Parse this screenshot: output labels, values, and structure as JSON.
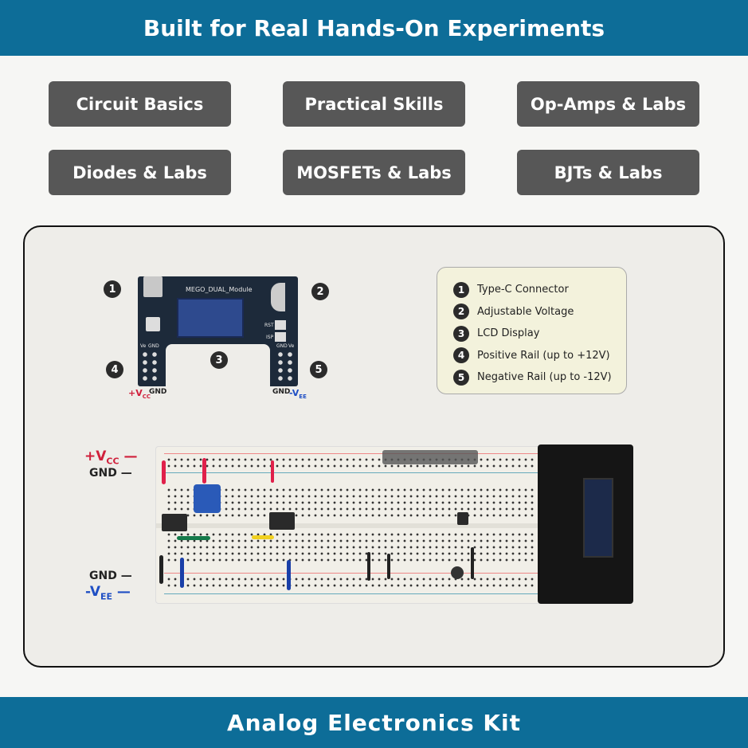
{
  "header": {
    "title": "Built for Real Hands-On Experiments"
  },
  "topics": [
    "Circuit Basics",
    "Practical Skills",
    "Op-Amps & Labs",
    "Diodes & Labs",
    "MOSFETs & Labs",
    "BJTs & Labs"
  ],
  "module": {
    "board_label": "MEGO_DUAL_Module",
    "rst": "RST",
    "isp": "ISP",
    "ve": "Ve",
    "gnd": "GND",
    "vcc_label": "+V",
    "vcc_sub": "CC",
    "vee_label": "-V",
    "vee_sub": "EE",
    "callouts": [
      "1",
      "2",
      "3",
      "4",
      "5"
    ]
  },
  "legend": {
    "items": [
      {
        "n": "1",
        "label": "Type-C Connector"
      },
      {
        "n": "2",
        "label": "Adjustable Voltage"
      },
      {
        "n": "3",
        "label": "LCD Display"
      },
      {
        "n": "4",
        "label": "Positive Rail (up to +12V)"
      },
      {
        "n": "5",
        "label": "Negative Rail (up to -12V)"
      }
    ]
  },
  "breadboard": {
    "vcc": "+V",
    "vcc_sub": "CC",
    "gnd_top": "GND",
    "gnd_bottom": "GND",
    "vee": "-V",
    "vee_sub": "EE"
  },
  "colors": {
    "banner": "#0d6d98",
    "vcc": "#d0203c",
    "vee": "#1f4fc4"
  },
  "footer": {
    "title": "Analog Electronics Kit"
  }
}
